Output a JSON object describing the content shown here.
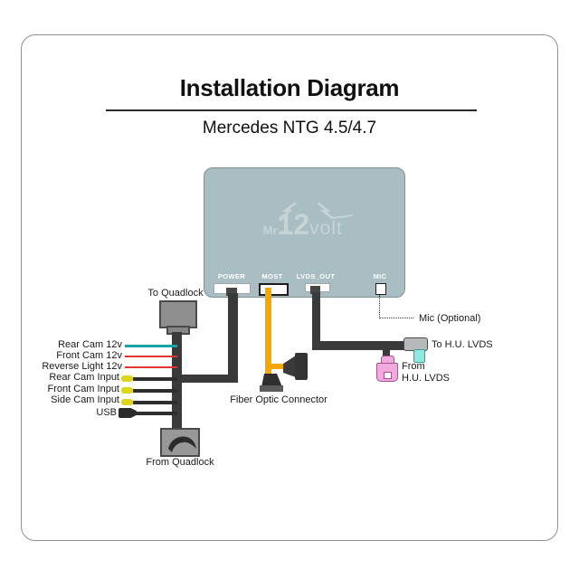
{
  "title": "Installation Diagram",
  "subtitle": "Mercedes NTG 4.5/4.7",
  "device": {
    "brand_logo": {
      "prefix": "Mr",
      "number": "12",
      "suffix": "volt"
    },
    "ports": [
      {
        "label": "POWER"
      },
      {
        "label": "MOST"
      },
      {
        "label": "LVDS_OUT"
      },
      {
        "label": "MIC"
      }
    ]
  },
  "harness": {
    "top_connector_label": "To Quadlock",
    "bottom_connector_label": "From Quadlock",
    "wires": [
      {
        "label": "Rear Cam 12v",
        "type": "wire",
        "wire_color": "#17a2aa"
      },
      {
        "label": "Front Cam 12v",
        "type": "wire",
        "wire_color": "#e23535"
      },
      {
        "label": "Reverse Light 12v",
        "type": "wire",
        "wire_color": "#e23535"
      },
      {
        "label": "Rear Cam Input",
        "type": "rca",
        "connector_color": "#ddd61e"
      },
      {
        "label": "Front Cam Input",
        "type": "rca",
        "connector_color": "#ddd61e"
      },
      {
        "label": "Side Cam Input",
        "type": "rca",
        "connector_color": "#ddd61e"
      },
      {
        "label": "USB",
        "type": "usb",
        "connector_color": "#2b2b2b"
      }
    ]
  },
  "connections": {
    "fiber_label": "Fiber Optic Connector",
    "mic_label": "Mic (Optional)",
    "to_hu_lvds_label": "To H.U. LVDS",
    "from_hu_lvds_line1": "From",
    "from_hu_lvds_line2": "H.U. LVDS"
  },
  "colors": {
    "device_box": "#a9bec2",
    "device_logo": "#c6d4d6",
    "cable_dark": "#3a3a3a",
    "fiber_orange": "#f6a800",
    "teal_wire": "#17a2aa",
    "red_wire": "#e23535",
    "rca_yellow": "#ddd61e",
    "hu_lvds_pink": "#f1aade",
    "hu_lvds_cyan": "#8fe9e2",
    "quadlock_gray": "#8f8f8f"
  }
}
